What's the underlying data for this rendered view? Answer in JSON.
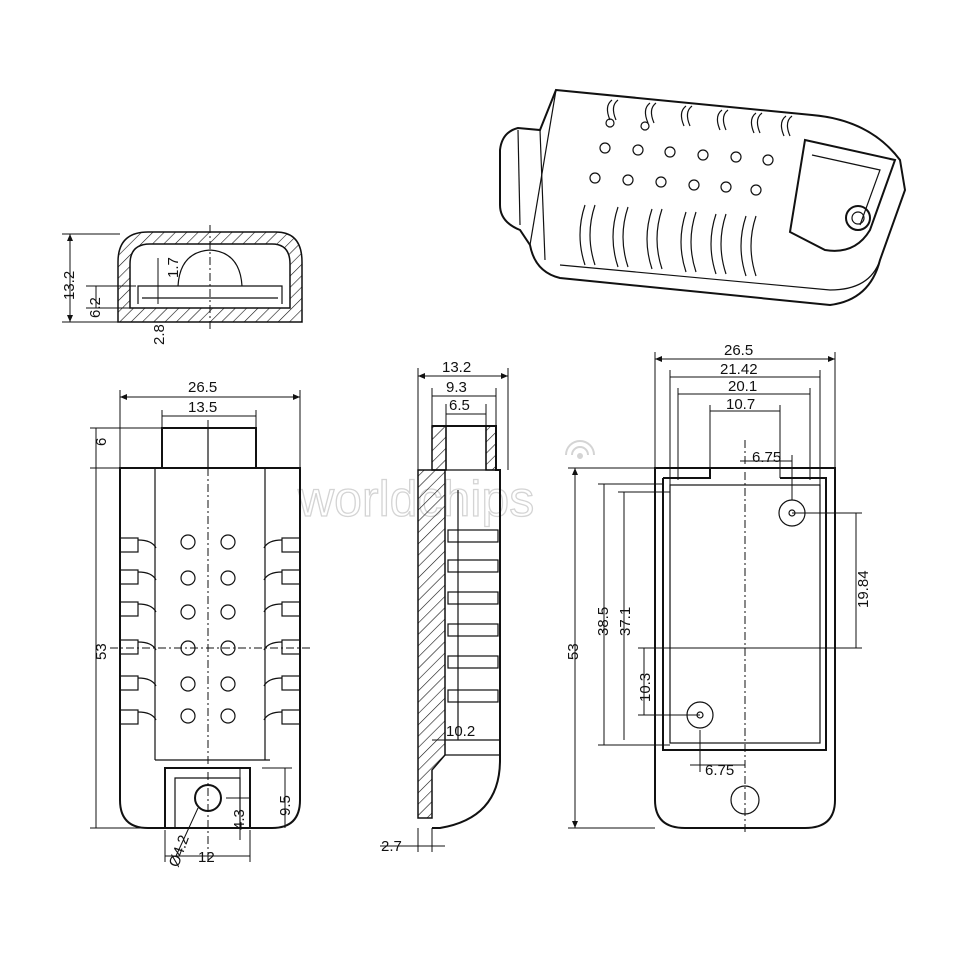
{
  "watermark": "worldchips",
  "top_view": {
    "d_height": "13.2",
    "d_inner": "6.2",
    "d_bump": "1.7",
    "d_wall": "2.8"
  },
  "front_view": {
    "d_width": "26.5",
    "d_tab": "13.5",
    "d_tab_h": "6",
    "d_length": "53",
    "d_hole": "Ø4.2",
    "d_hole_off": "4.3",
    "d_foot_h": "9.5",
    "d_foot_w": "12"
  },
  "side_view": {
    "d_depth": "13.2",
    "d_mid": "9.3",
    "d_tab": "6.5",
    "d_lower": "10.2",
    "d_base": "2.7"
  },
  "back_view": {
    "d_width": "26.5",
    "d_w2": "21.42",
    "d_w3": "20.1",
    "d_w4": "10.7",
    "d_hole_x_top": "6.75",
    "d_hole_x_bot": "6.75",
    "d_length": "53",
    "d_h1": "38.5",
    "d_h2": "37.1",
    "d_h3": "19.84",
    "d_h4": "10.3"
  }
}
